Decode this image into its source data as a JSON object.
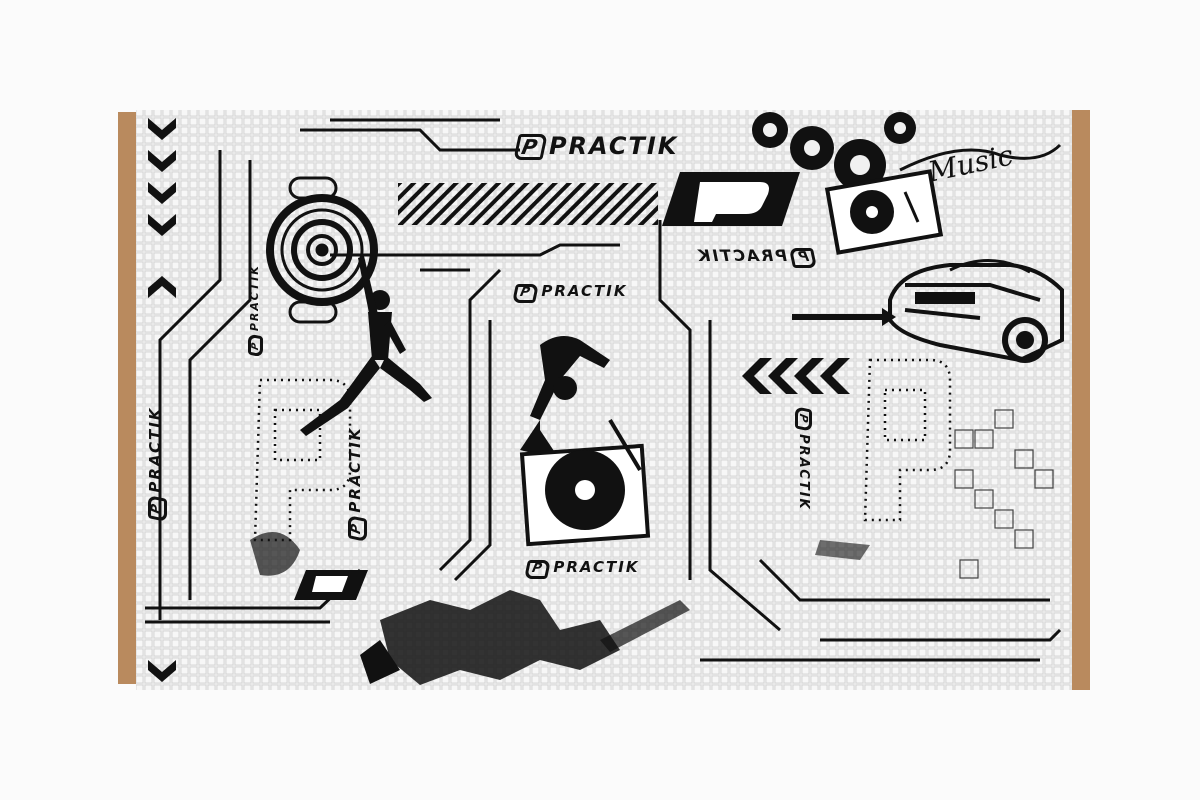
{
  "product": {
    "brand_text": "PRACTIK",
    "mirrored_brand_text": "PRACTIK",
    "music_text": "Music",
    "logo_letter": "P"
  },
  "colors": {
    "background": "#fbfbfb",
    "foil": "#eeeeee",
    "print": "#111111",
    "backing": "#b98a5e"
  },
  "icons": [
    "speaker-icon",
    "turntable-icon",
    "car-icon",
    "gear-icon",
    "chevron-icon",
    "dancer-icon",
    "dj-icon"
  ]
}
